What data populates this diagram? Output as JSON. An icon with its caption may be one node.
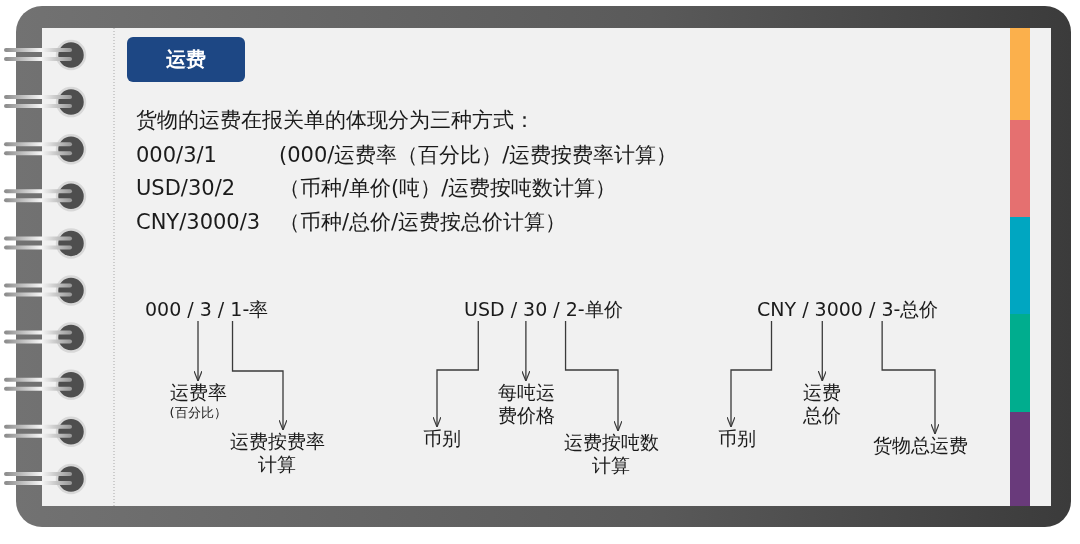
{
  "diagram": {
    "title": "运费",
    "nodes": [
      {
        "text": [
          "000 / 3 / 1-率"
        ]
      },
      {
        "text": [
          "运费率",
          "(百分比）"
        ]
      },
      {
        "text": [
          "运费按费率计算"
        ]
      },
      {
        "text": [
          "USD / 30 / 2-单价"
        ]
      },
      {
        "text": [
          "币别"
        ]
      },
      {
        "text": [
          "每吨运费价格"
        ]
      },
      {
        "text": [
          "运费按吨数计算"
        ]
      },
      {
        "text": [
          "CNY / 3000 / 3-总价"
        ]
      },
      {
        "text": [
          "币别"
        ]
      },
      {
        "text": [
          "运费总价"
        ]
      },
      {
        "text": [
          "货物总运费"
        ]
      }
    ],
    "edges": [
      {
        "from": 0,
        "to": 1,
        "arrow": "to"
      },
      {
        "from": 0,
        "to": 2,
        "arrow": "to"
      },
      {
        "from": 3,
        "to": 4,
        "arrow": "to"
      },
      {
        "from": 3,
        "to": 5,
        "arrow": "to"
      },
      {
        "from": 3,
        "to": 6,
        "arrow": "to"
      },
      {
        "from": 7,
        "to": 8,
        "arrow": "to"
      },
      {
        "from": 7,
        "to": 9,
        "arrow": "to"
      },
      {
        "from": 7,
        "to": 10,
        "arrow": "to"
      }
    ],
    "labels": [
      "货物的运费在报关单的体现分为三种方式：",
      "000/3/1",
      "(000/运费率（百分比）/运费按费率计算）",
      "USD/30/2",
      "（币种/单价(吨）/运费按吨数计算）",
      "CNY/3000/3",
      "（币种/总价/运费按总价计算）"
    ]
  }
}
